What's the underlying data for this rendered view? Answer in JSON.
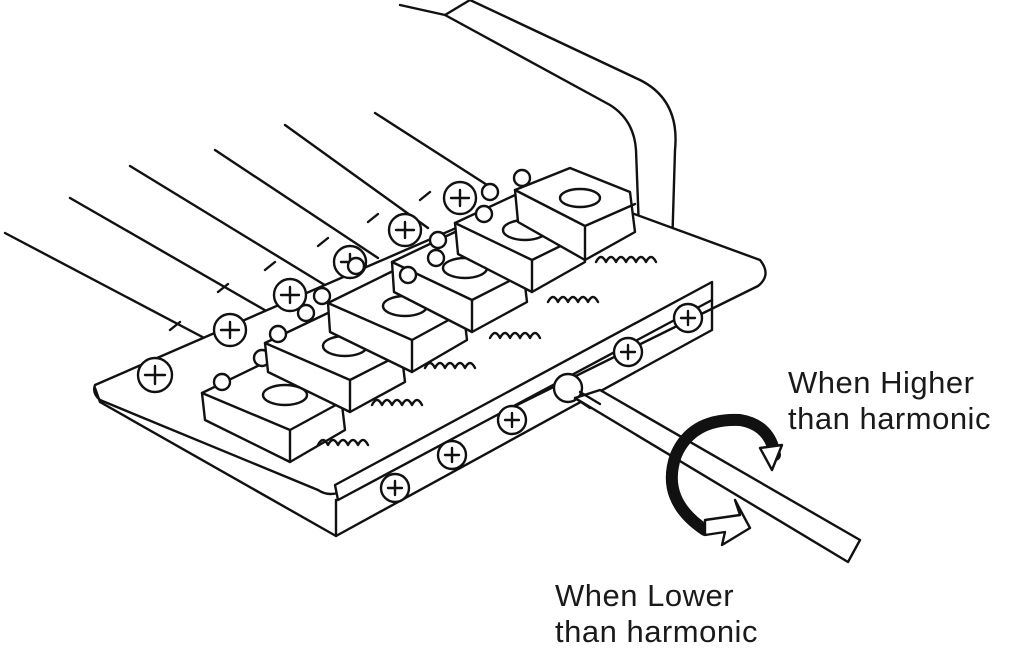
{
  "labels": {
    "higher_line1": "When Higher",
    "higher_line2": "than harmonic",
    "lower_line1": "When Lower",
    "lower_line2": "than harmonic"
  },
  "colors": {
    "ink": "#111111",
    "paper": "#ffffff"
  },
  "saddle_count": 6
}
